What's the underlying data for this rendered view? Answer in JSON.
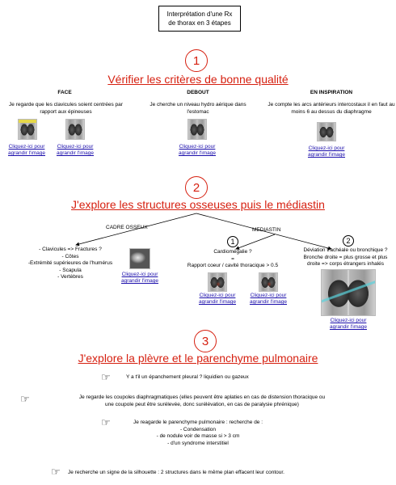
{
  "header": {
    "line1": "Interprétation d'une Rx",
    "line2": "de thorax en 3 étapes"
  },
  "section1": {
    "number": "1",
    "title": "Vérifier les critères de  bonne qualité",
    "columns": [
      {
        "heading": "FACE",
        "text": "Je regarde que les clavicules soient centrées par rapport aux épineuses"
      },
      {
        "heading": "DEBOUT",
        "text": "Je cherche un niveau hydro aérique dans l'estomac"
      },
      {
        "heading": "EN INSPIRATION",
        "text": "Je compte les arcs antérieurs intercostaux il en faut au moins 6 au dessus du diaphragme"
      }
    ]
  },
  "section2": {
    "number": "2",
    "title": "J'explore les structures osseuses puis le médiastin",
    "branch_left": "CADRE OSSEUX",
    "branch_right": "MEDIASTIN",
    "bones": [
      "- Clavicules => Fractures ?",
      "- Côtes",
      "-Extrémité supérieures de l'humérus",
      "- Scapula",
      "- Vertèbres"
    ],
    "sub1": {
      "number": "1",
      "line1": "Cardiomégalie ?",
      "line2": "=",
      "line3": "Rapport coeur / cavité thoracique > 0.5"
    },
    "sub2": {
      "number": "2",
      "line1": "Déviation trachéale ou bronchique ?",
      "line2": "Bronche droite = plus grosse et plus",
      "line3": "droite => corps étrangers inhalés"
    }
  },
  "section3": {
    "number": "3",
    "title": "J'explore la plèvre et le parenchyme pulmonaire",
    "item1": "Y a t'il un épanchement pleural ?  liquidien ou gazeux",
    "item2": {
      "line1": "Je regarde les coupoles diaphragmatiques (elles peuvent être aplaties en cas de distension thoracique ou",
      "line2": "une coupole peut être surélevée, donc surélévation, en cas de paralysie phrénique)"
    },
    "item3": {
      "line1": "Je reagarde le parenchyme pulmonaire : recherche de :",
      "line2": "- Condensation",
      "line3": "- de nodule voir de masse si > 3 cm",
      "line4": "- d'un syndrome interstitiel"
    },
    "item4": "Je recherche un signe de la silhouette : 2 structures dans le même plan effacent leur contour."
  },
  "link": {
    "line1": "Cliquez-ici pour",
    "line2": "agrandir l'image"
  },
  "icons": {
    "pointer": "pointing-hand-icon"
  },
  "colors": {
    "accent": "#d62010",
    "link": "#1a0dab"
  }
}
